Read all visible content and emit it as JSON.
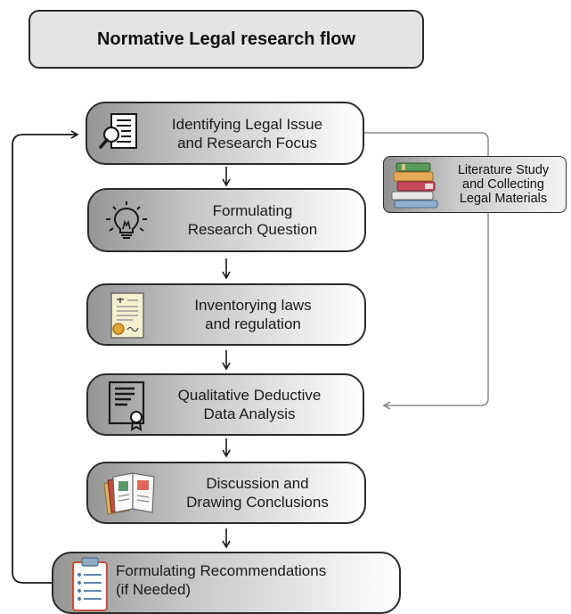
{
  "title": "Normative Legal research flow",
  "steps": [
    {
      "line1": "Identifying Legal Issue",
      "line2": "and Research Focus",
      "icon": "document-magnifier-icon"
    },
    {
      "line1": "Formulating",
      "line2": "Research Question",
      "icon": "lightbulb-icon"
    },
    {
      "line1": "Inventorying laws",
      "line2": "and regulation",
      "icon": "legal-document-icon"
    },
    {
      "line1": "Qualitative Deductive",
      "line2": "Data Analysis",
      "icon": "certificate-icon"
    },
    {
      "line1": "Discussion and",
      "line2": "Drawing Conclusions",
      "icon": "open-book-icon"
    },
    {
      "line1": "Formulating Recommendations",
      "line2": "(if Needed)",
      "icon": "checklist-clipboard-icon"
    }
  ],
  "side_box": {
    "line1": "Literature Study",
    "line2": "and Collecting",
    "line3": "Legal Materials",
    "icon": "book-stack-icon"
  },
  "colors": {
    "border": "#2b2b2b",
    "arrow": "#1a1a1a",
    "side_connector": "#8a8a8a",
    "title_fill": "#e4e4e4"
  }
}
